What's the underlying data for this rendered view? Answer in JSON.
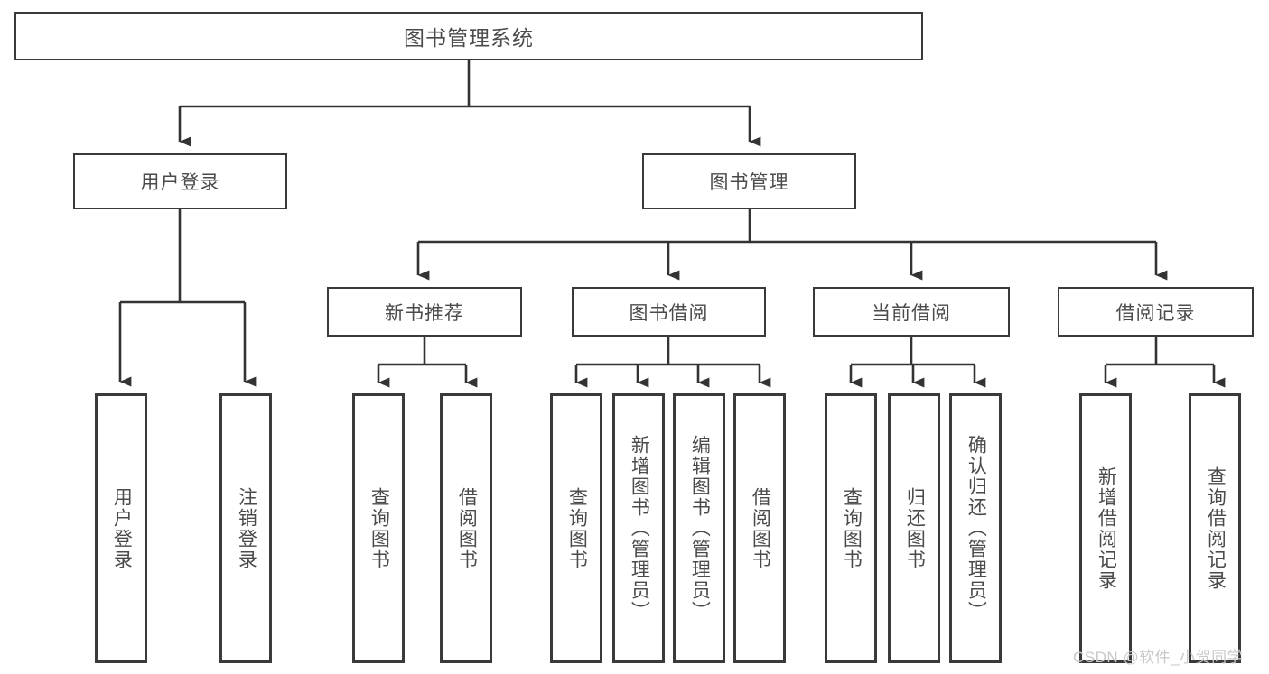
{
  "diagram": {
    "type": "tree-hierarchy-chart",
    "title": "图书管理系统",
    "colors": {
      "box_border": "#3a3a3a",
      "box_fill": "#ffffff",
      "text": "#4b4b4b",
      "connector": "#333333",
      "watermark": "#c9c9c9"
    },
    "root": {
      "label": "图书管理系统"
    },
    "level1": [
      {
        "label": "用户登录"
      },
      {
        "label": "图书管理"
      }
    ],
    "level2": [
      {
        "label": "新书推荐"
      },
      {
        "label": "图书借阅"
      },
      {
        "label": "当前借阅"
      },
      {
        "label": "借阅记录"
      }
    ],
    "leaves": {
      "user_login": [
        {
          "label": "用户登录"
        },
        {
          "label": "注销登录"
        }
      ],
      "new_book_recommend": [
        {
          "label": "查询图书"
        },
        {
          "label": "借阅图书"
        }
      ],
      "book_borrow": [
        {
          "label": "查询图书"
        },
        {
          "label": "新增图书（管理员）"
        },
        {
          "label": "编辑图书（管理员）"
        },
        {
          "label": "借阅图书"
        }
      ],
      "current_borrow": [
        {
          "label": "查询图书"
        },
        {
          "label": "归还图书"
        },
        {
          "label": "确认归还（管理员）"
        }
      ],
      "borrow_record": [
        {
          "label": "新增借阅记录"
        },
        {
          "label": "查询借阅记录"
        }
      ]
    },
    "watermark": "CSDN @软件_小贺同学"
  }
}
